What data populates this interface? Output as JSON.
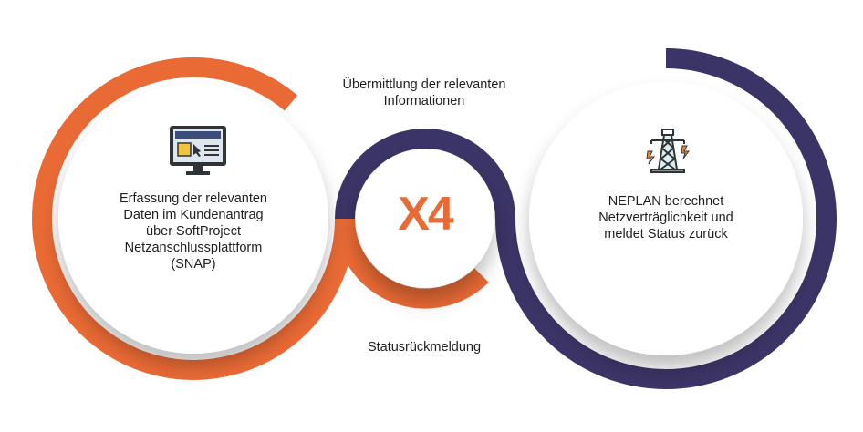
{
  "top_label": [
    "Übermittlung der relevanten",
    "Informationen"
  ],
  "bottom_label": "Statusrückmeldung",
  "left_step": {
    "icon": "monitor-form-icon",
    "lines": [
      "Erfassung der relevanten",
      "Daten im Kundenantrag",
      "über SoftProject",
      "Netzanschlussplattform",
      "(SNAP)"
    ]
  },
  "right_step": {
    "icon": "power-pylon-icon",
    "lines": [
      "NEPLAN berechnet",
      "Netzverträglichkeit und",
      "meldet Status zurück"
    ]
  },
  "center_logo": "X4",
  "colors": {
    "orange": "#ea6a35",
    "purple": "#3b3466"
  }
}
